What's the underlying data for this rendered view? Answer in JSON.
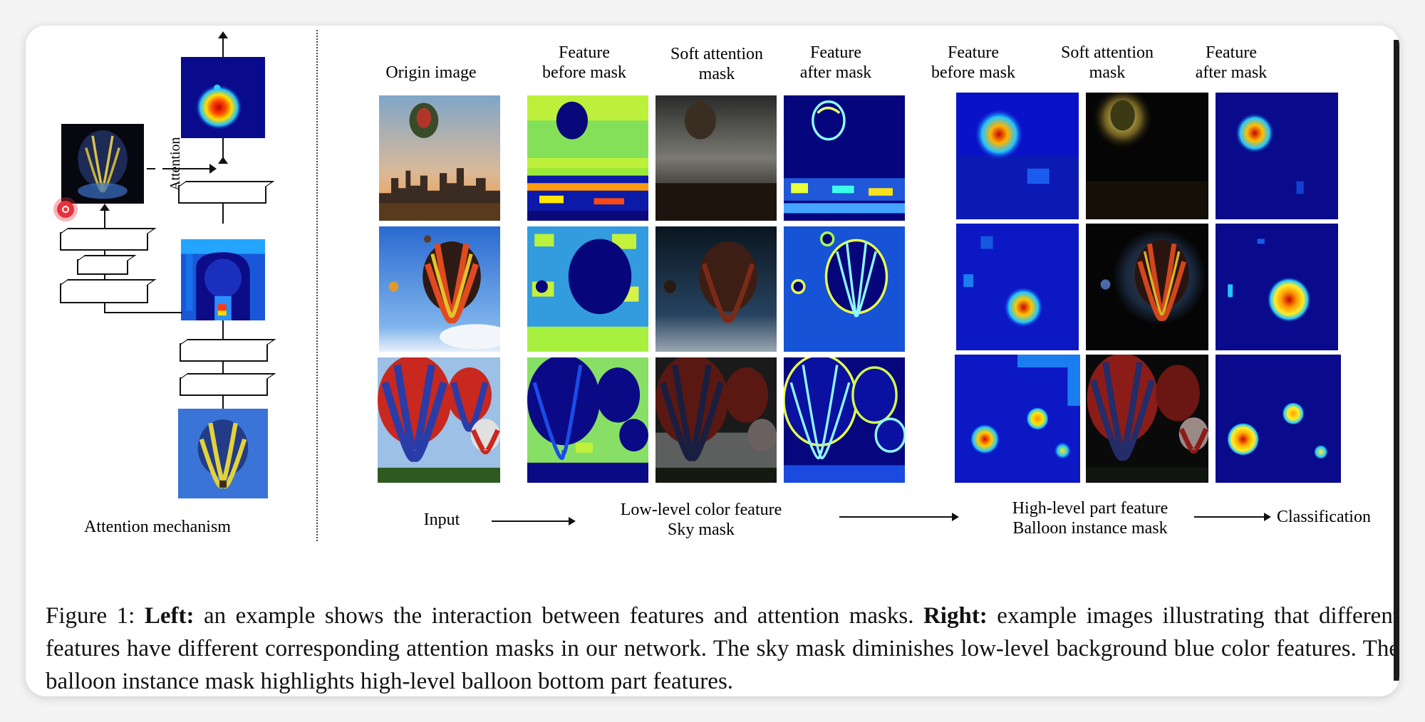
{
  "left_panel": {
    "attention_label": "Attention",
    "title": "Attention mechanism"
  },
  "right_panel": {
    "column_headers": [
      [
        "Origin image"
      ],
      [
        "Feature",
        "before mask"
      ],
      [
        "Soft attention",
        "mask"
      ],
      [
        "Feature",
        "after mask"
      ],
      [
        "Feature",
        "before mask"
      ],
      [
        "Soft attention",
        "mask"
      ],
      [
        "Feature",
        "after mask"
      ]
    ],
    "pipeline": {
      "input": "Input",
      "low_level_1": "Low-level color feature",
      "low_level_2": "Sky mask",
      "high_level_1": "High-level part feature",
      "high_level_2": "Balloon instance mask",
      "output": "Classification"
    }
  },
  "caption": {
    "prefix": "Figure 1: ",
    "left_bold": "Left:",
    "left_text": " an example shows the interaction between features and attention masks. ",
    "right_bold": "Right:",
    "right_text": " example images illustrating that different features have different corresponding attention masks in our network. The sky mask diminishes low-level background blue color features. The balloon instance mask highlights high-level balloon bottom part features."
  },
  "colors": {
    "heatmap_low": "#0a0a8c",
    "heatmap_mid": "#1a6cff",
    "heatmap_hot": "#ff2a00",
    "cursor": "#e8323a"
  }
}
